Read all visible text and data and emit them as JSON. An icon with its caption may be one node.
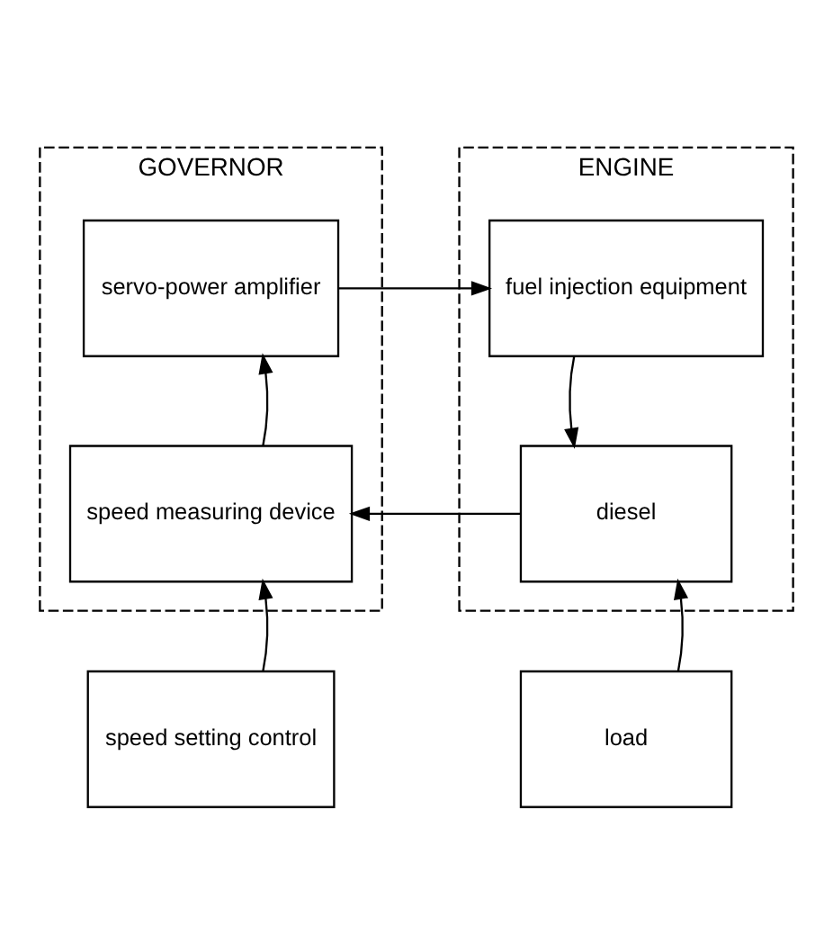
{
  "diagram": {
    "nodes": [
      {
        "text": [
          "GOVERNOR"
        ]
      },
      {
        "text": [
          "servo-power amplifier"
        ],
        "in": 0
      },
      {
        "text": [
          "speed measuring device"
        ],
        "in": 0
      },
      {
        "text": [
          "ENGINE"
        ]
      },
      {
        "text": [
          "fuel injection equipment"
        ],
        "in": 3
      },
      {
        "text": [
          "diesel"
        ],
        "in": 3
      },
      {
        "text": [
          "speed setting control"
        ]
      },
      {
        "text": [
          "load"
        ]
      }
    ],
    "edges": [
      {
        "from": 1,
        "to": 4,
        "arrow": "to"
      },
      {
        "from": 4,
        "to": 5,
        "arrow": "to"
      },
      {
        "from": 5,
        "to": 2,
        "arrow": "to"
      },
      {
        "from": 2,
        "to": 1,
        "arrow": "to"
      },
      {
        "from": 6,
        "to": 2,
        "arrow": "to"
      },
      {
        "from": 7,
        "to": 5,
        "arrow": "to"
      }
    ]
  }
}
